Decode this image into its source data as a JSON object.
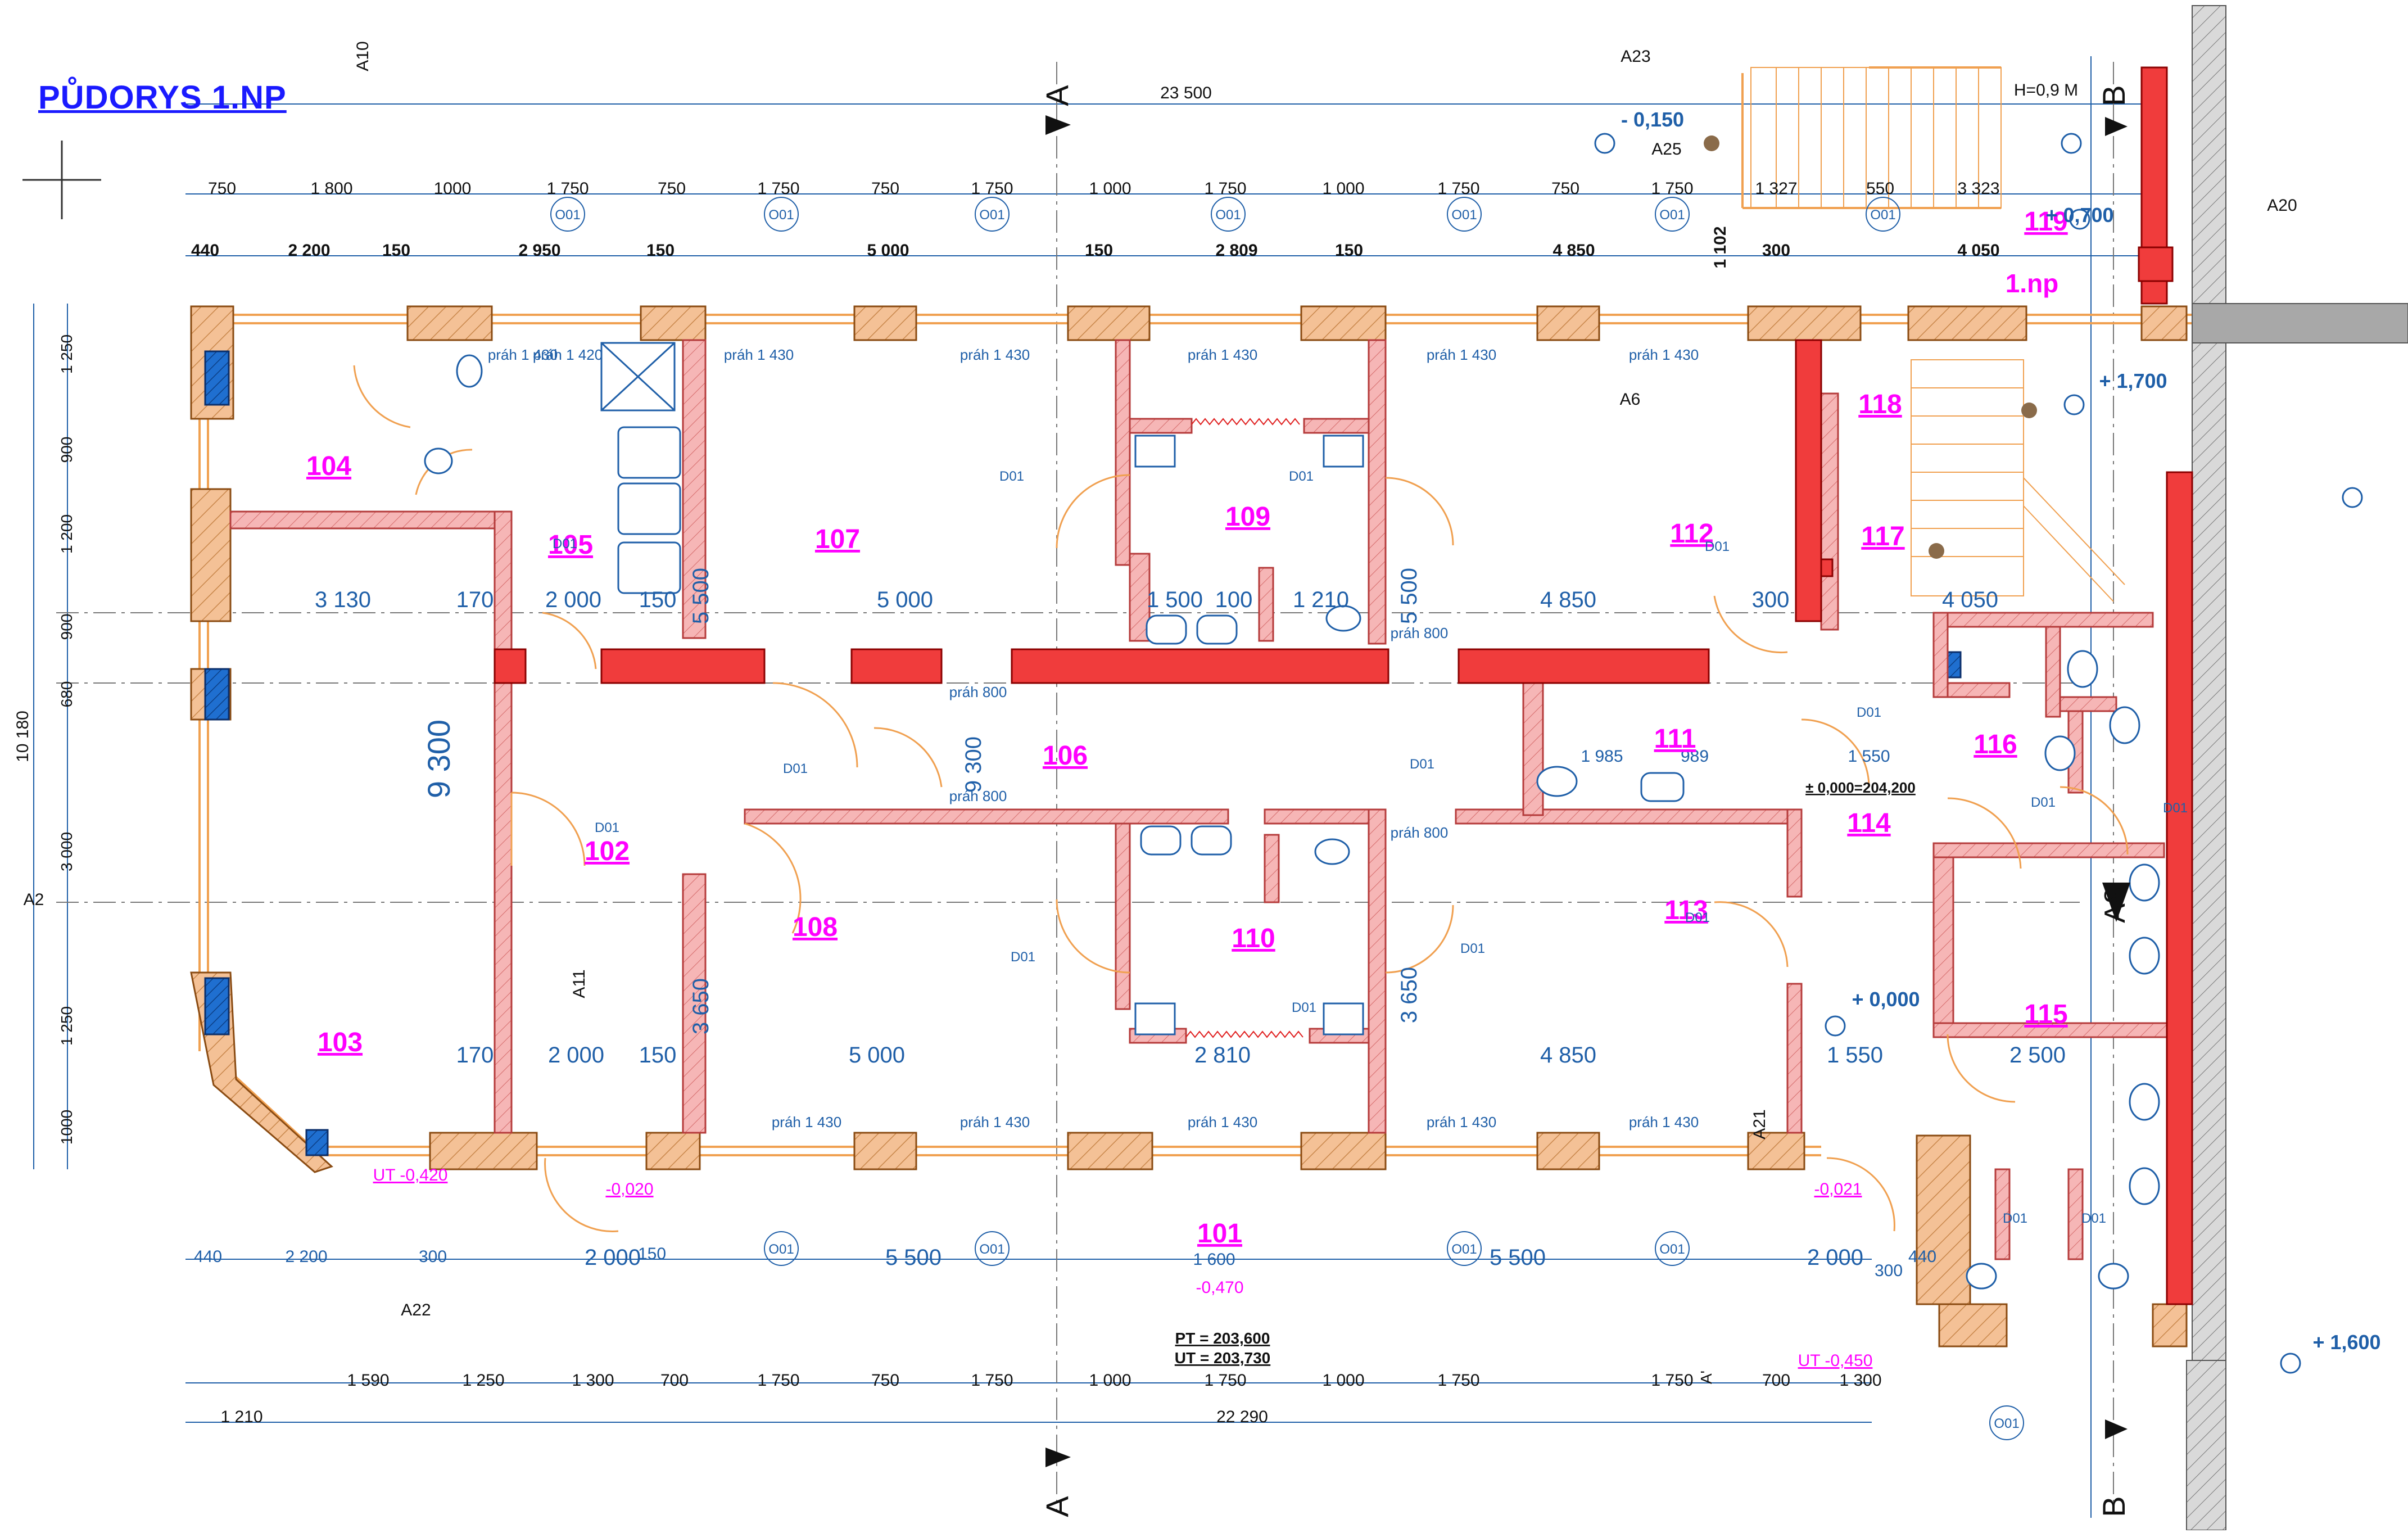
{
  "title": "PŮDORYS 1.NP",
  "colors": {
    "dimension": "#1f5fa8",
    "room_label": "#ff00ff",
    "wall_red": "#f03c3c",
    "wall_pink": "#f4a3a3",
    "pillar": "#f4c196",
    "window_blue": "#1f6fd0",
    "annotation_orange": "#f0a050",
    "grey_wall": "#9a9a9a"
  },
  "rooms": [
    "101",
    "102",
    "103",
    "104",
    "105",
    "106",
    "107",
    "108",
    "109",
    "110",
    "111",
    "112",
    "113",
    "114",
    "115",
    "116",
    "117",
    "118",
    "119"
  ],
  "levels": {
    "main_datum": "± 0,000=204,200",
    "pt": "PT = 203,600",
    "ut": "UT = 203,730",
    "lvl_neg150": "- 0,150",
    "lvl_pos700": "+ 0,700",
    "lvl_pos1700": "+ 1,700",
    "lvl_pos0": "+ 0,000",
    "lvl_pos1600": "+ 1,600",
    "lvl_neg020": "-0,020",
    "lvl_neg021": "-0,021",
    "lvl_neg470": "-0,470",
    "ut_neg420": "UT -0,420",
    "ut_neg450": "UT -0,450",
    "floor_mark": "1.np",
    "height_note": "H=0,9 M"
  },
  "section_marks": {
    "a_top": "A",
    "a_bottom": "A",
    "b_top": "B",
    "b_bottom": "B",
    "a_prime": "A'"
  },
  "dims_top_total": "23 500",
  "dims_top_row1": [
    "750",
    "1 800",
    "1000",
    "1 750",
    "750",
    "1 750",
    "750",
    "1 750",
    "1 000",
    "1 750",
    "1 000",
    "1 750",
    "750",
    "1 750",
    "1 327",
    "550",
    "3 323"
  ],
  "dims_top_row2": [
    "440",
    "2 200",
    "150",
    "2 950",
    "150",
    "5 000",
    "150",
    "2 809",
    "150",
    "4 850",
    "300",
    "1 102",
    "4 050"
  ],
  "dims_bottom_row1": [
    "1 590",
    "1 250",
    "1 300",
    "700",
    "1 750",
    "750",
    "1 750",
    "1 000",
    "1 750",
    "1 000",
    "1 750",
    "1 750",
    "700",
    "1 300"
  ],
  "dims_bottom_total": "22 290",
  "dims_bottom_left": "1 210",
  "dims_bottom_row2": [
    "440",
    "2 200",
    "300",
    "2 000",
    "150",
    "5 500",
    "1 600",
    "5 500",
    "2 000",
    "300",
    "440"
  ],
  "dims_left": [
    "1 250",
    "900",
    "1 200",
    "900",
    "680",
    "3 000",
    "1 250",
    "1000"
  ],
  "dims_left_total": "10 180",
  "interior_dims": {
    "r107_width": "5 000",
    "r107_left": "3 130",
    "r107_170": "170",
    "r107_2000": "2 000",
    "r107_150": "150",
    "r109_1500": "1 500",
    "r109_100": "100",
    "r109_1210": "1 210",
    "r112_4850": "4 850",
    "r112_300": "300",
    "r117_4050": "4 050",
    "r103_170": "170",
    "r103_2000": "2 000",
    "r108_5000": "5 000",
    "r110_2810": "2 810",
    "r113_4850": "4 850",
    "r115_1550": "1 550",
    "r115_2500": "2 500",
    "r111_1985": "1 985",
    "r111_989": "989",
    "r111_1550": "1 550",
    "v_9300": "9 300",
    "v_5500": "5 500",
    "v_3650": "3 650"
  },
  "axis_labels": [
    "A2",
    "A6",
    "A8",
    "A10",
    "A11",
    "A20",
    "A21",
    "A22",
    "A23",
    "A25"
  ],
  "threshold_label": "práh 1 430",
  "threshold_label2": "práh 1 420",
  "threshold_label3": "práh 800",
  "window_code": "O01",
  "door_code": "D01"
}
